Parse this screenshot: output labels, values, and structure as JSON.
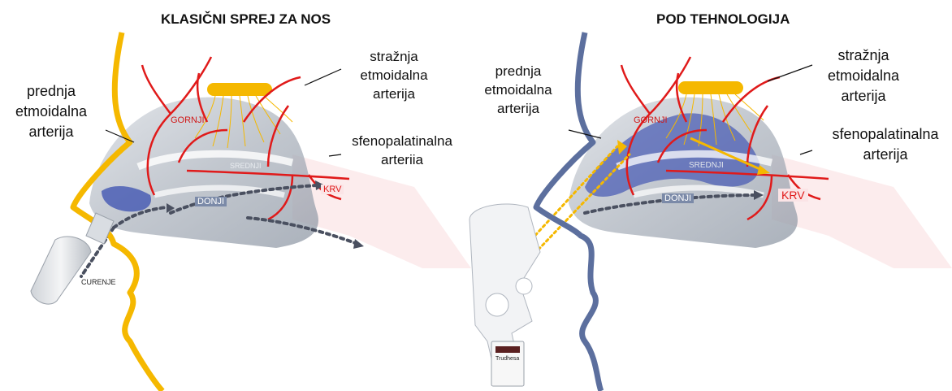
{
  "left_panel": {
    "title": "KLASIČNI SPREJ ZA NOS",
    "labels": {
      "anterior": [
        "prednja",
        "etmoidalna",
        "arterija"
      ],
      "posterior": [
        "stražnja",
        "etmoidalna",
        "arterija"
      ],
      "sphenopalatine": [
        "sfenopalatinalna",
        "arteriia"
      ]
    },
    "regions": {
      "upper": "GORNJI",
      "middle": "SREDNJI",
      "lower": "DONJI",
      "blood": "KRV"
    },
    "drip": "CURENJE"
  },
  "right_panel": {
    "title": "POD TEHNOLOGIJA",
    "labels": {
      "anterior": [
        "prednja",
        "etmoidalna",
        "arterija"
      ],
      "posterior": [
        "stražnja",
        "etmoidalna",
        "arterija"
      ],
      "sphenopalatine": [
        "sfenopalatinalna",
        "arterija"
      ]
    },
    "regions": {
      "upper": "GORNJI",
      "middle": "SREDNJI",
      "lower": "DONJI",
      "blood": "KRV"
    },
    "device_label": "Trudhesa"
  },
  "colors": {
    "left_profile": "#f5b800",
    "right_profile": "#5c6f9e",
    "artery": "#e01a1a",
    "olfactory": "#f5b800",
    "spray_blue": "#3a4fb0",
    "flow_dots": "#4a5060",
    "pod_dots": "#f5b800"
  }
}
